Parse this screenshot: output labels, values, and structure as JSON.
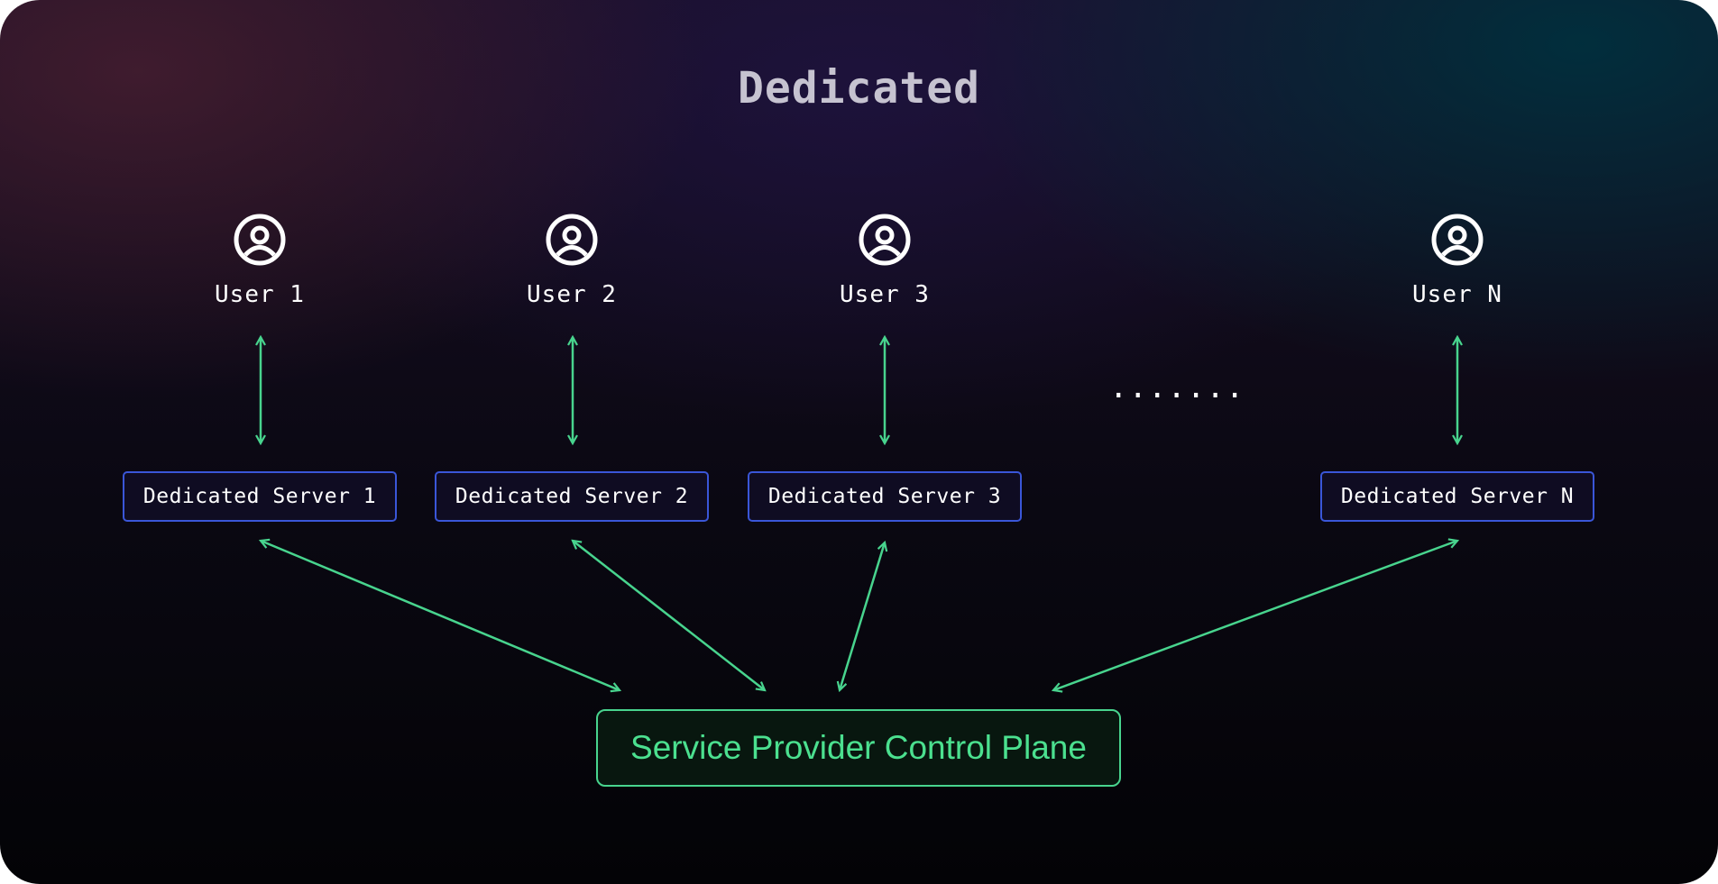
{
  "title": "Dedicated",
  "users": [
    {
      "label": "User 1",
      "icon": "user-circle-icon"
    },
    {
      "label": "User 2",
      "icon": "user-circle-icon"
    },
    {
      "label": "User 3",
      "icon": "user-circle-icon"
    },
    {
      "label": "User N",
      "icon": "user-circle-icon"
    }
  ],
  "servers": [
    {
      "label": "Dedicated Server 1"
    },
    {
      "label": "Dedicated Server 2"
    },
    {
      "label": "Dedicated Server 3"
    },
    {
      "label": "Dedicated Server N"
    }
  ],
  "ellipsis": ".......",
  "control_plane": {
    "label": "Service Provider Control Plane"
  },
  "colors": {
    "arrow": "#48d48e",
    "server_border": "#3a56d8",
    "control_border": "#48d48e",
    "control_text": "#4be08f",
    "title": "#c6c3d0"
  }
}
